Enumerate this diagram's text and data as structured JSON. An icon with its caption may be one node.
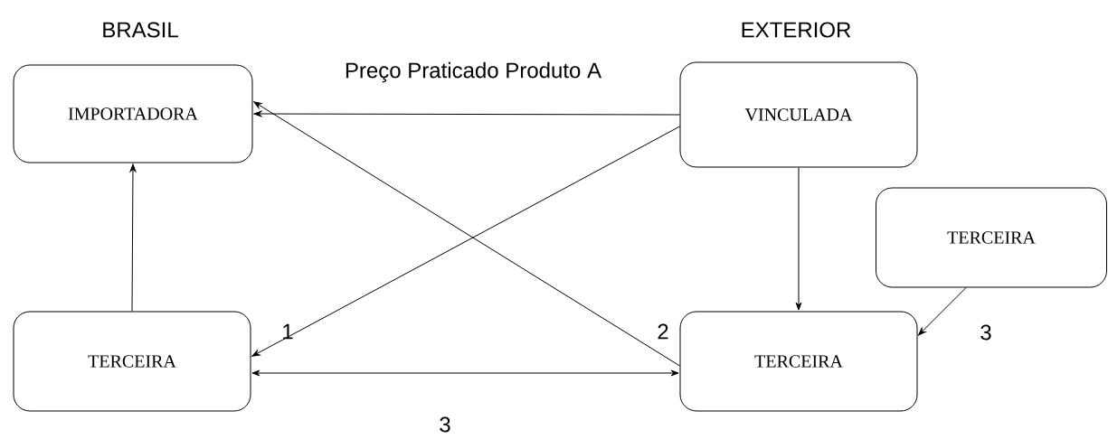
{
  "diagram": {
    "nodes": [
      {
        "text": [
          "IMPORTADORA"
        ]
      },
      {
        "text": [
          "VINCULADA"
        ]
      },
      {
        "text": [
          "TERCEIRA"
        ]
      },
      {
        "text": [
          "TERCEIRA"
        ]
      },
      {
        "text": [
          "TERCEIRA"
        ]
      }
    ],
    "edges": [
      {
        "from": 1,
        "to": 0,
        "arrow": "to",
        "label": "Preço Praticado Produto A"
      },
      {
        "from": 1,
        "to": 3,
        "arrow": "to"
      },
      {
        "from": 4,
        "to": 0,
        "arrow": "to"
      },
      {
        "from": 3,
        "to": 0,
        "arrow": "to"
      },
      {
        "from": 1,
        "to": 4,
        "arrow": "to"
      },
      {
        "from": 3,
        "to": 4,
        "arrow": "both"
      },
      {
        "from": 2,
        "to": 4,
        "arrow": "to"
      }
    ],
    "labels": [
      "BRASIL",
      "EXTERIOR",
      "1",
      "2",
      "3",
      "3"
    ]
  }
}
